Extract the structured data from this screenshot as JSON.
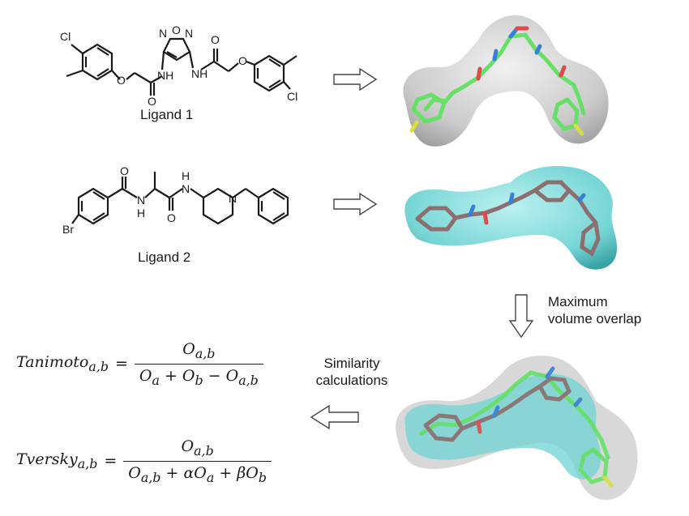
{
  "ligand1": {
    "caption": "Ligand 1",
    "atoms": {
      "cl_top": "Cl",
      "cl_bottom": "Cl",
      "furazan_o": "O",
      "furazan_n1": "N",
      "furazan_n2": "N",
      "nh_left": "NH",
      "nh_right": "NH",
      "o_carbonyl1": "O",
      "o_carbonyl2": "O",
      "o_ether1": "O",
      "o_ether2": "O"
    }
  },
  "ligand2": {
    "caption": "Ligand 2",
    "atoms": {
      "br": "Br",
      "o_carbonyl1": "O",
      "o_carbonyl2": "O",
      "n_amide1": "N",
      "h_amide1": "H",
      "n_amide2": "N",
      "h_amide2": "H",
      "n_piperidine": "N"
    }
  },
  "steps": {
    "overlap_line1": "Maximum",
    "overlap_line2": "volume overlap",
    "similarity_line1": "Similarity",
    "similarity_line2": "calculations"
  },
  "formulas": {
    "tanimoto": {
      "name": "Tanimoto",
      "sub": "a,b",
      "equals": "=",
      "numerator": "O",
      "numerator_sub": "a,b",
      "denominator": [
        "O",
        "a",
        " + ",
        "O",
        "b",
        " − ",
        "O",
        "a,b"
      ]
    },
    "tversky": {
      "name": "Tversky",
      "sub": "a,b",
      "equals": "=",
      "numerator": "O",
      "numerator_sub": "a,b",
      "denominator": [
        "O",
        "a,b",
        " + α",
        "O",
        "a",
        " + β",
        "O",
        "b"
      ]
    }
  },
  "colors": {
    "ligand1_surface": "#c8c8c8",
    "ligand2_surface": "#6fd3d3",
    "ligand1_carbon": "#66e066",
    "ligand2_carbon": "#8c6e6e",
    "nitrogen": "#3a7fd6",
    "oxygen": "#e04a4a",
    "chlorine": "#d8e040"
  }
}
